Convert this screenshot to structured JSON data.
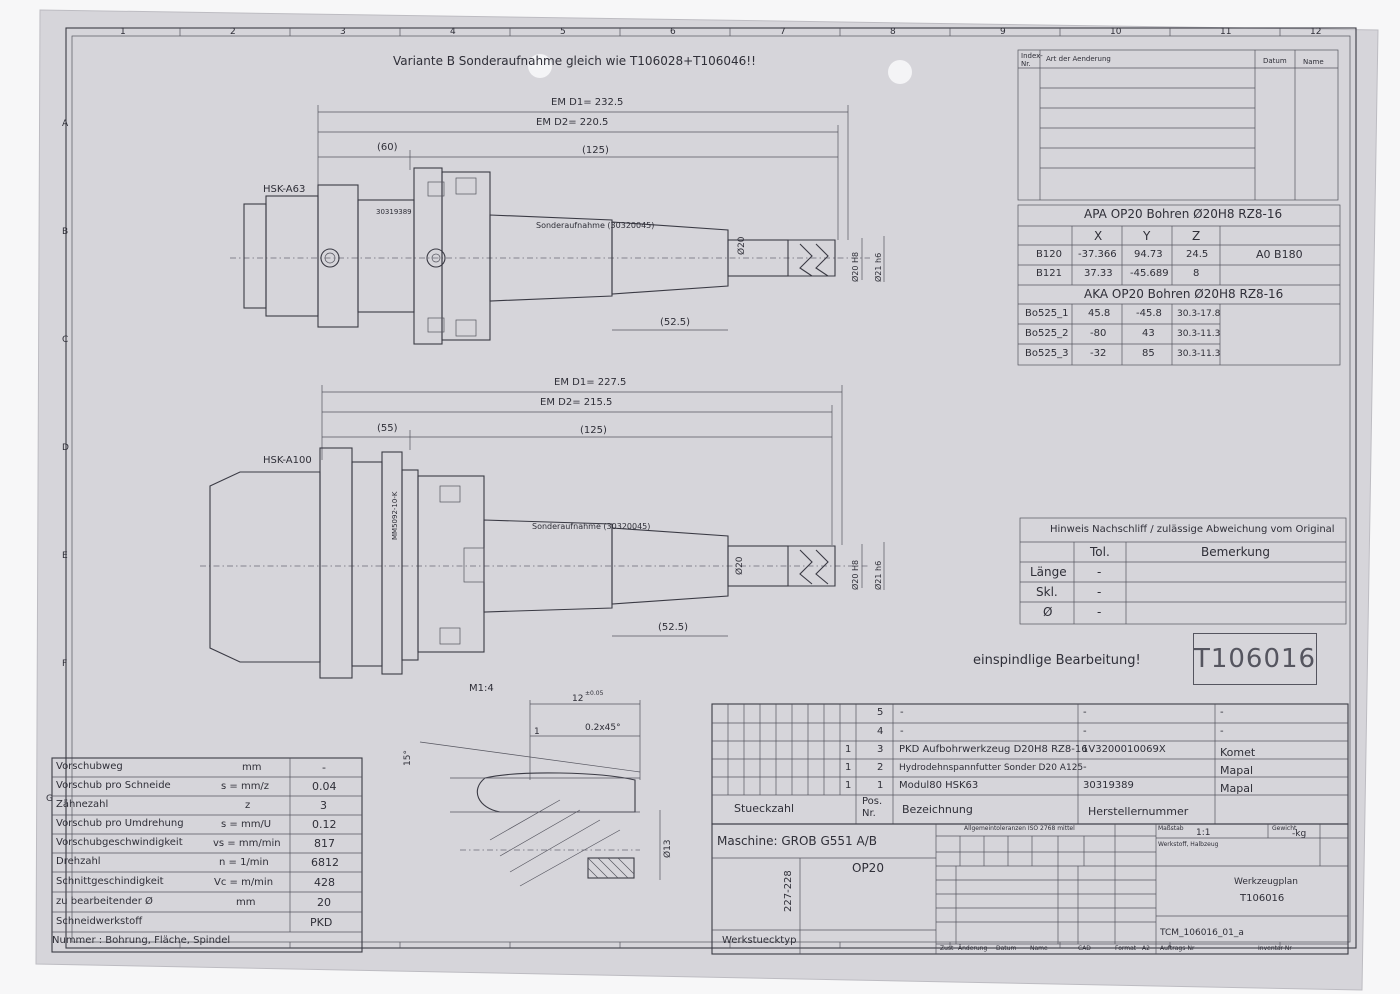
{
  "header_note": "Variante B Sonderaufnahme gleich wie T106028+T106046!!",
  "border_numbers": [
    "1",
    "2",
    "3",
    "4",
    "5",
    "6",
    "7",
    "8",
    "9",
    "10",
    "11",
    "12"
  ],
  "border_letters": [
    "A",
    "B",
    "C",
    "D",
    "E",
    "F",
    "G"
  ],
  "revision_table": {
    "index_label": "Index-\nNr.",
    "change_label": "Art der Aenderung",
    "date_label": "Datum",
    "name_label": "Name"
  },
  "apa_table": {
    "title": "APA OP20 Bohren Ø20H8 RZ8-16",
    "headers": [
      "X",
      "Y",
      "Z"
    ],
    "rows": [
      {
        "name": "B120",
        "x": "-37.366",
        "y": "94.73",
        "z": "24.5",
        "extra": "A0 B180"
      },
      {
        "name": "B121",
        "x": "37.33",
        "y": "-45.689",
        "z": "8",
        "extra": ""
      }
    ]
  },
  "aka_table": {
    "title": "AKA OP20 Bohren Ø20H8 RZ8-16",
    "rows": [
      {
        "name": "Bo525_1",
        "x": "45.8",
        "y": "-45.8",
        "z": "30.3-17.8"
      },
      {
        "name": "Bo525_2",
        "x": "-80",
        "y": "43",
        "z": "30.3-11.3"
      },
      {
        "name": "Bo525_3",
        "x": "-32",
        "y": "85",
        "z": "30.3-11.3"
      }
    ]
  },
  "view1": {
    "holder": "HSK-A63",
    "em_d1": "EM D1= 232.5",
    "em_d2": "EM D2= 220.5",
    "dim_a": "(60)",
    "dim_b": "(125)",
    "dim_c": "(52.5)",
    "part_no": "30319389",
    "label": "Sonderaufnahme (30320045)",
    "dia1": "Ø20",
    "dia2": "Ø20 H8",
    "dia3": "Ø21 h6"
  },
  "view2": {
    "holder": "HSK-A100",
    "em_d1": "EM D1= 227.5",
    "em_d2": "EM D2= 215.5",
    "dim_a": "(55)",
    "dim_b": "(125)",
    "dim_c": "(52.5)",
    "part_no": "MM5092-10-K",
    "label": "Sonderaufnahme (30320045)",
    "dia1": "Ø20",
    "dia2": "Ø20 H8",
    "dia3": "Ø21 h6"
  },
  "regrind_table": {
    "title": "Hinweis Nachschliff / zulässige Abweichung vom Original",
    "headers": [
      "Tol.",
      "Bemerkung"
    ],
    "rows": [
      {
        "label": "Länge",
        "tol": "-"
      },
      {
        "label": "Skl.",
        "tol": "-"
      },
      {
        "label": "Ø",
        "tol": "-"
      }
    ]
  },
  "single_spindle": "einspindlige Bearbeitung!",
  "tool_number": "T106016",
  "detail": {
    "scale": "M1:4",
    "len": "12",
    "len_tol": "±0.05",
    "chamfer": "0.2x45°",
    "one": "1",
    "angle": "15°",
    "dia": "Ø13"
  },
  "cutting_data": [
    {
      "label": "Vorschubweg",
      "formula": "mm",
      "value": "-"
    },
    {
      "label": "Vorschub pro Schneide",
      "formula": "s = mm/z",
      "value": "0.04"
    },
    {
      "label": "Zähnezahl",
      "formula": "z",
      "value": "3"
    },
    {
      "label": "Vorschub pro Umdrehung",
      "formula": "s = mm/U",
      "value": "0.12"
    },
    {
      "label": "Vorschubgeschwindigkeit",
      "formula": "vs = mm/min",
      "value": "817"
    },
    {
      "label": "Drehzahl",
      "formula": "n = 1/min",
      "value": "6812"
    },
    {
      "label": "Schnittgeschindigkeit",
      "formula": "Vc = m/min",
      "value": "428"
    },
    {
      "label": "zu bearbeitender Ø",
      "formula": "mm",
      "value": "20"
    },
    {
      "label": "Schneidwerkstoff",
      "formula": "",
      "value": "PKD"
    },
    {
      "label": "Nummer : Bohrung, Fläche, Spindel",
      "formula": "",
      "value": ""
    }
  ],
  "parts_list": {
    "rows": [
      {
        "qty": "",
        "pos": "5",
        "desc": "-",
        "mfr_no": "-",
        "supplier": "-"
      },
      {
        "qty": "",
        "pos": "4",
        "desc": "-",
        "mfr_no": "-",
        "supplier": "-"
      },
      {
        "qty": "1",
        "pos": "3",
        "desc": "PKD Aufbohrwerkzeug D20H8 RZ8-16",
        "mfr_no": "1V3200010069X",
        "supplier": "Komet"
      },
      {
        "qty": "1",
        "pos": "2",
        "desc": "Hydrodehnspannfutter Sonder D20 A125",
        "mfr_no": "-",
        "supplier": "Mapal"
      },
      {
        "qty": "1",
        "pos": "1",
        "desc": "Modul80 HSK63",
        "mfr_no": "30319389",
        "supplier": "Mapal"
      }
    ],
    "qty_label": "Stueckzahl",
    "pos_label": "Pos.\nNr.",
    "desc_label": "Bezeichnung",
    "mfr_label": "Herstellernummer"
  },
  "title_block": {
    "machine": "Maschine:  GROB  G551  A/B",
    "op": "OP20",
    "part_range": "227-228",
    "workpiece_label": "Werkstuecktyp",
    "scale_label": "Maßstab",
    "scale": "1:1",
    "weight_label": "Gewicht",
    "weight": "-kg",
    "drawing_type": "Werkzeugplan",
    "drawing_no": "T106016",
    "cad_no": "TCM_106016_01_a",
    "material_label": "Werkstoff, Halbzeug",
    "general_tol": "Allgemeintoleranzen ISO 2768 mittel",
    "bottom_labels": [
      "Zust",
      "Änderung",
      "Datum",
      "Name",
      "CAD",
      "Format",
      "A2",
      "Auftrags-Nr",
      "Inventar-Nr"
    ]
  }
}
